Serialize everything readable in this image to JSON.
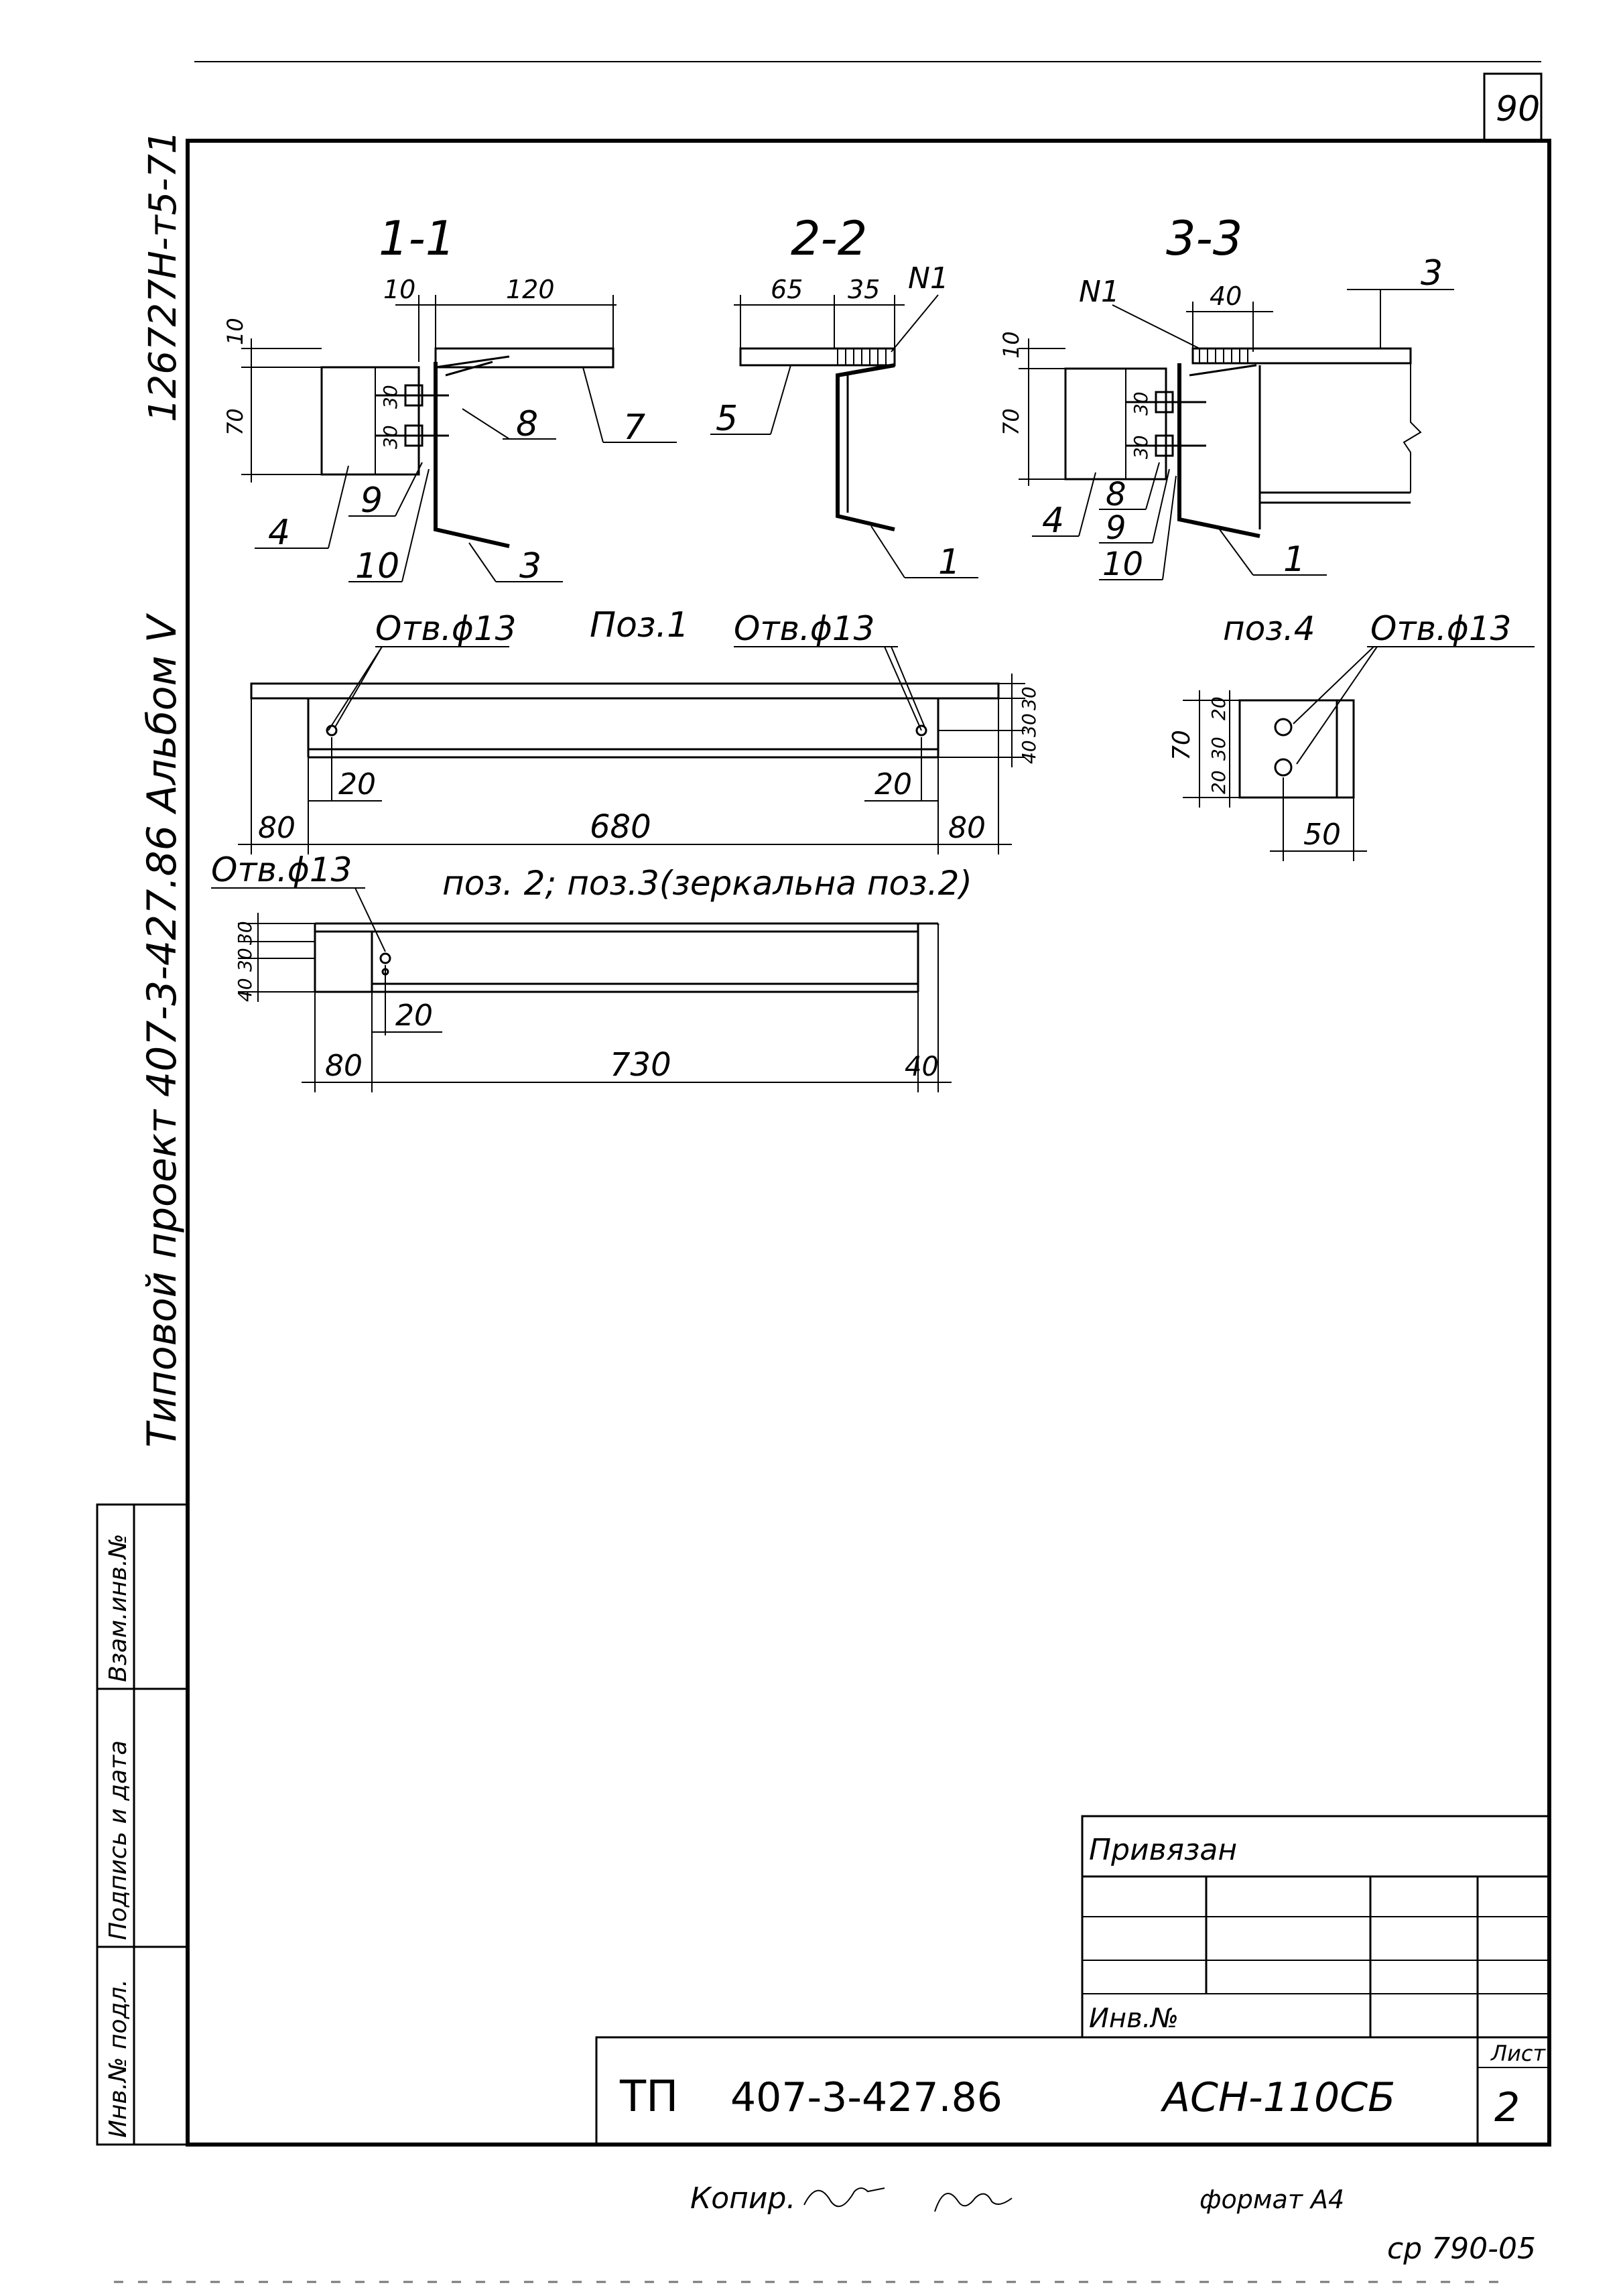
{
  "sheet_number_top": "90",
  "side_code": "126727Н-т5-71",
  "side_title": "Типовой проект 407-3-427.86 Альбом V",
  "side_table": {
    "cells": [
      "Взам.инв.№",
      "Подпись и дата",
      "Инв.№ подл."
    ]
  },
  "section_labels": {
    "s1": "1-1",
    "s2": "2-2",
    "s3": "3-3"
  },
  "sec1": {
    "dims": [
      "10",
      "120",
      "10",
      "70",
      "30",
      "30"
    ],
    "callouts": [
      "8",
      "7",
      "4",
      "9",
      "10",
      "3"
    ]
  },
  "sec2": {
    "dims": [
      "65",
      "35"
    ],
    "weld": "N1",
    "callouts": [
      "5",
      "1"
    ]
  },
  "sec3": {
    "dims": [
      "40",
      "10",
      "70",
      "30",
      "30"
    ],
    "weld": "N1",
    "callouts": [
      "3",
      "4",
      "8",
      "9",
      "10",
      "1"
    ]
  },
  "poz1": {
    "title": "Поз.1",
    "hole_left": "Отв.ϕ13",
    "hole_right": "Отв.ϕ13",
    "dims": [
      "20",
      "20",
      "80",
      "680",
      "80",
      "40",
      "30",
      "30"
    ]
  },
  "poz4": {
    "title": "поз.4",
    "hole": "Отв.ϕ13",
    "dims": [
      "70",
      "20",
      "30",
      "20",
      "50"
    ]
  },
  "poz2": {
    "title": "поз. 2; поз.3(зеркальна поз.2)",
    "hole": "Отв.ϕ13",
    "dims": [
      "40",
      "30",
      "30",
      "20",
      "80",
      "730",
      "40"
    ]
  },
  "title_block": {
    "privyazan": "Привязан",
    "inv_no": "Инв.№",
    "tp_label": "ТП",
    "project_no": "407-3-427.86",
    "doc_code": "АСН-110СБ",
    "sheet_label": "Лист",
    "sheet_no": "2"
  },
  "footer": {
    "copied": "Копир.",
    "format": "формат А4",
    "stamp": "ср 790-05"
  }
}
